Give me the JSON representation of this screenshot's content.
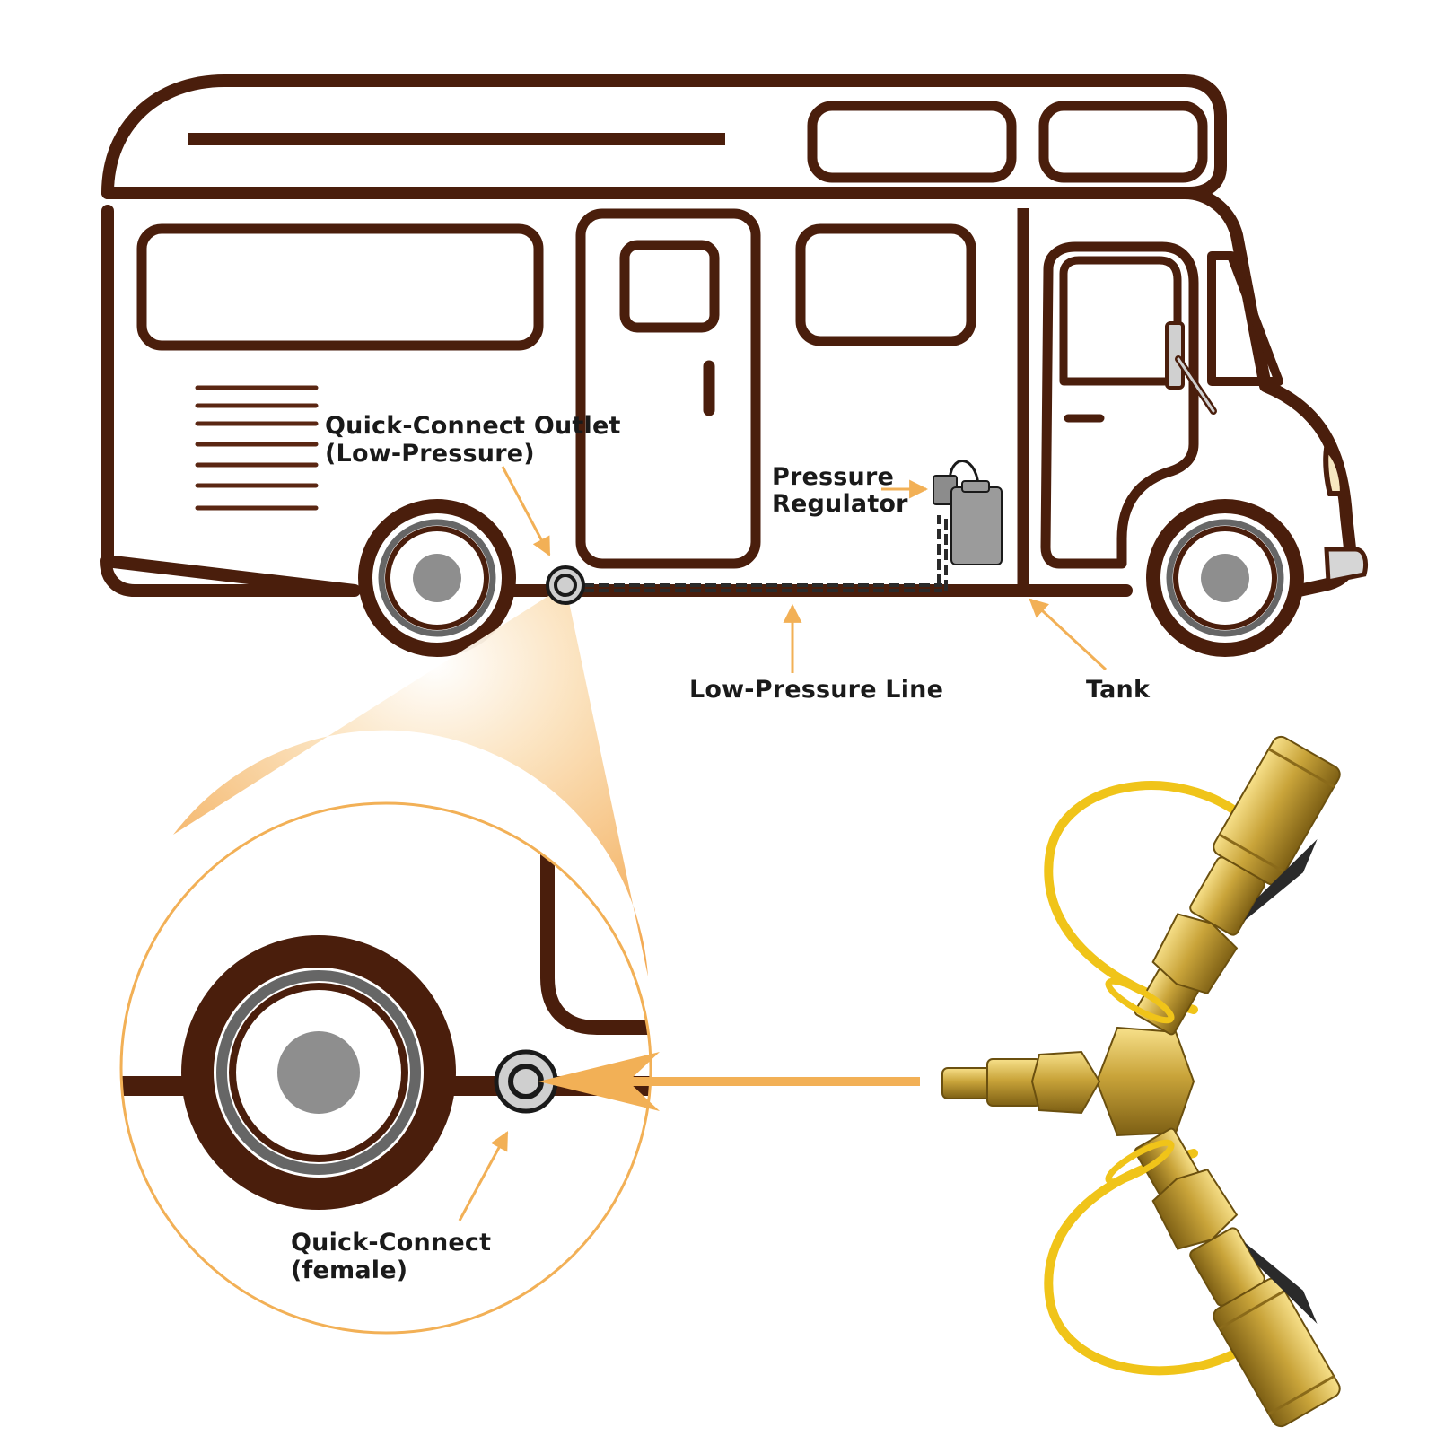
{
  "labels": {
    "quick_connect_outlet_line1": "Quick-Connect Outlet",
    "quick_connect_outlet_line2": "(Low-Pressure)",
    "pressure_regulator_line1": "Pressure",
    "pressure_regulator_line2": "Regulator",
    "low_pressure_line": "Low-Pressure Line",
    "tank": "Tank",
    "quick_connect_female_line1": "Quick-Connect",
    "quick_connect_female_line2": "(female)"
  },
  "colors": {
    "rv_outline": "#4a1e0c",
    "accent_orange": "#f2b056",
    "connector_gray": "#8c8c8c",
    "tank_gray": "#9b9b9b",
    "brass": "#c9a43a",
    "strap_yellow": "#f0c419",
    "label_text": "#1a1a1a"
  }
}
